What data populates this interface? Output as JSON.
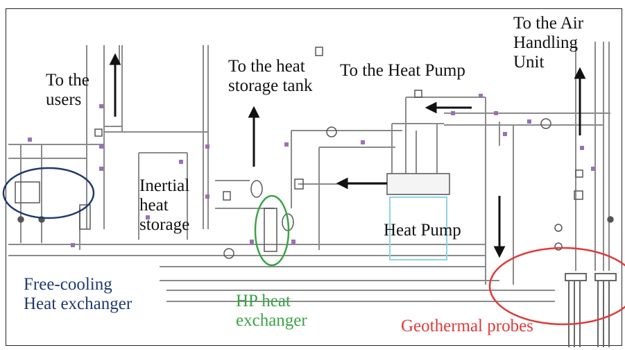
{
  "labels": {
    "to_users": "To the\nusers",
    "to_heat_storage_tank": "To the heat\nstorage tank",
    "to_heat_pump": "To the Heat Pump",
    "to_air_handling": "To the Air\nHandling\nUnit",
    "inertial_heat_storage": "Inertial\nheat\nstorage",
    "heat_pump": "Heat Pump",
    "free_cooling_hx": "Free-cooling\nHeat exchanger",
    "hp_hx": "HP heat\nexchanger",
    "geothermal_probes": "Geothermal  probes"
  },
  "colors": {
    "pipe": "#8a8a8a",
    "pipe_dark": "#555555",
    "label_dark": "#111111",
    "free_cooling": "#1f3a6e",
    "hp_exchanger": "#3aa345",
    "geothermal": "#e03a3a",
    "heat_pump_box": "#8fd3e8",
    "valve_tag": "#9b6fb5"
  }
}
